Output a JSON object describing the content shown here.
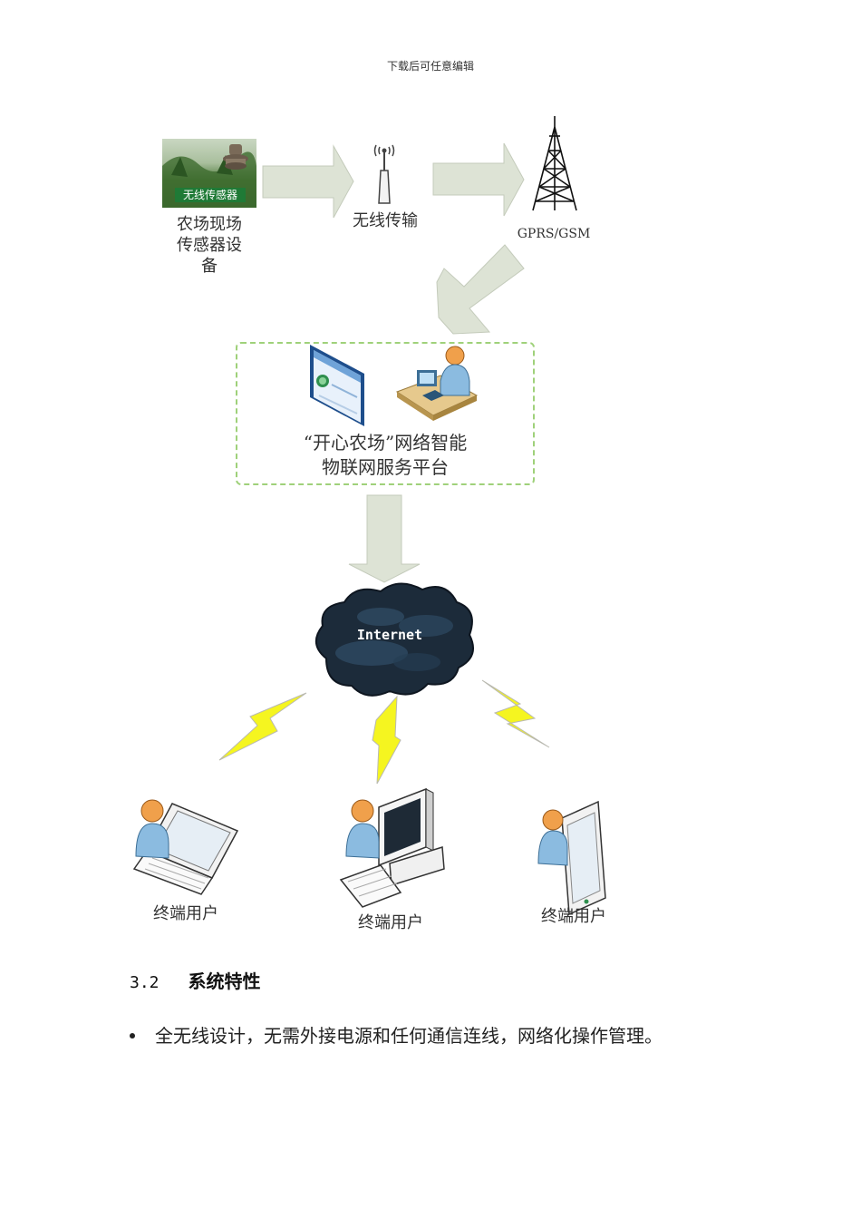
{
  "header_note": "下载后可任意编辑",
  "diagram": {
    "sensor_badge": "无线传感器",
    "sensor_caption": [
      "农场现场",
      "传感器设",
      "备"
    ],
    "wireless_caption": "无线传输",
    "tower_caption": "GPRS/GSM",
    "platform_title": [
      "“开心农场”网络智能",
      "物联网服务平台"
    ],
    "cloud_label": "Internet",
    "users": [
      {
        "caption": "终端用户"
      },
      {
        "caption": "终端用户"
      },
      {
        "caption": "终端用户"
      }
    ]
  },
  "section": {
    "number": "3.2",
    "title": "系统特性"
  },
  "bullets": [
    "全无线设计，无需外接电源和任何通信连线，网络化操作管理。"
  ]
}
